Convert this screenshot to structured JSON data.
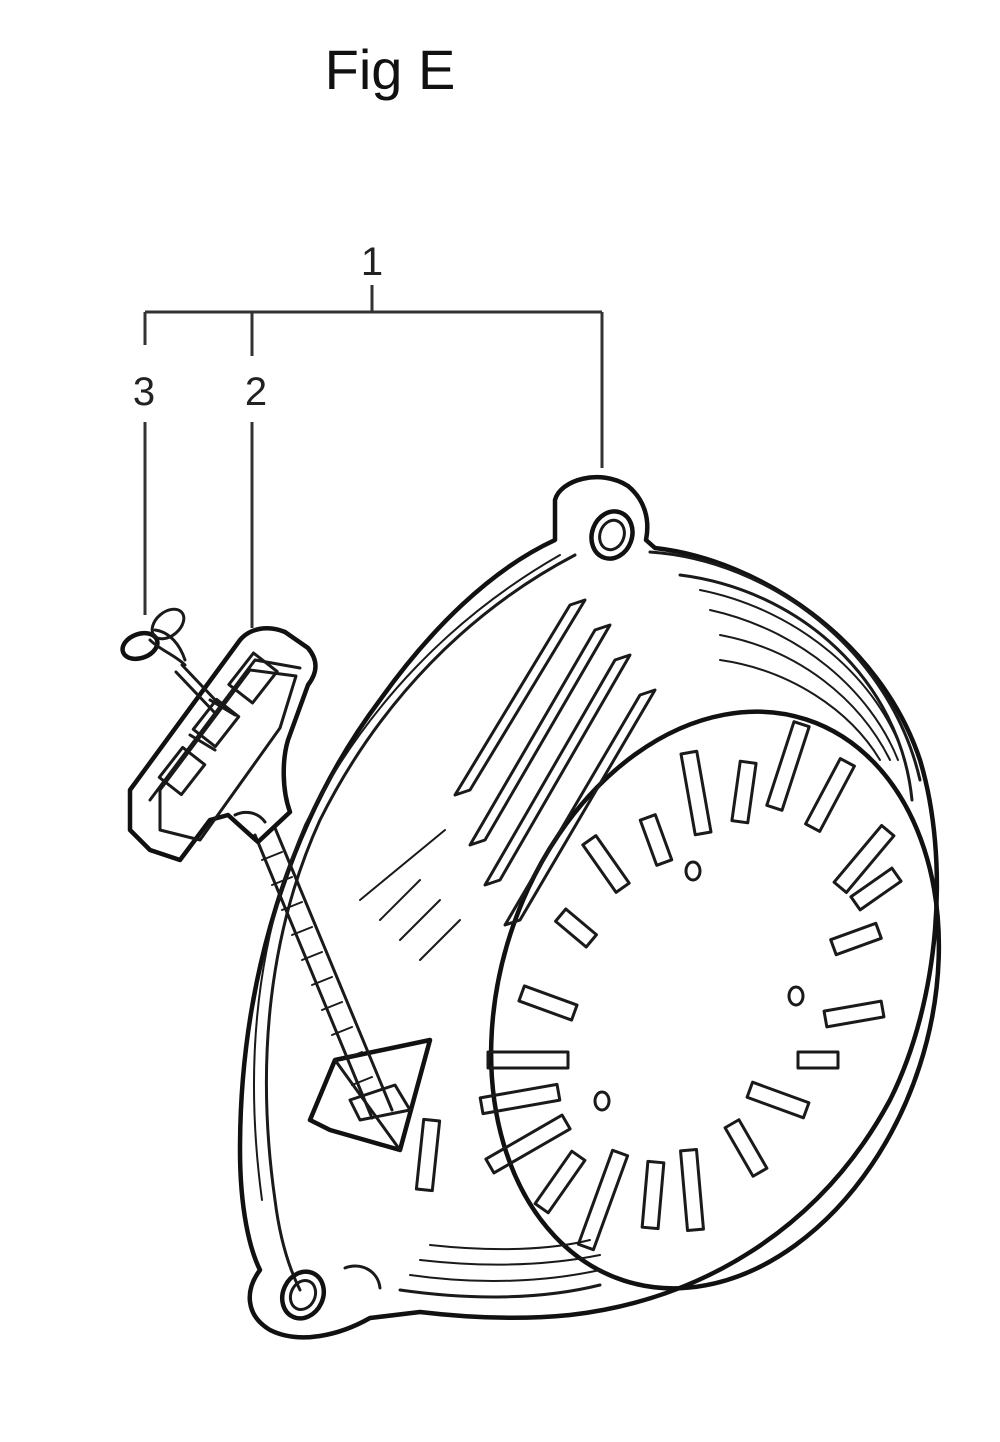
{
  "figure": {
    "title": "Fig E"
  },
  "reference_numerals": {
    "assembly": "1",
    "handle": "2",
    "rope_end": "3"
  },
  "parts": {
    "assembly": "recoil-starter-assembly",
    "handle": "starter-handle",
    "rope_end": "rope-knot"
  }
}
